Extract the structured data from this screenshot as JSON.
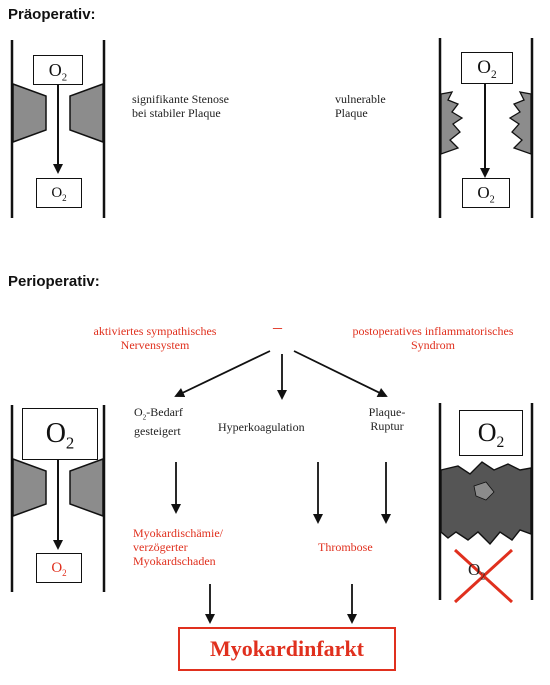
{
  "sections": {
    "preop_title": "Präoperativ:",
    "periop_title": "Perioperativ:"
  },
  "preop": {
    "stenosis_line1": "signifikante Stenose",
    "stenosis_line2": "bei stabiler Plaque",
    "vulnerable_line1": "vulnerable",
    "vulnerable_line2": "Plaque"
  },
  "o2": {
    "base": "O",
    "sub": "2"
  },
  "periop": {
    "sympathetic_line1": "aktiviertes sympathisches",
    "sympathetic_line2": "Nervensystem",
    "dash": "–",
    "inflammatory_line1": "postoperatives inflammatorisches",
    "inflammatory_line2": "Syndrom",
    "demand_line1_rest": "-Bedarf",
    "demand_line2": "gesteigert",
    "hypercoag": "Hyperkoagulation",
    "rupture_line1": "Plaque-",
    "rupture_line2": "Ruptur",
    "ischemia_line1": "Myokardischämie/",
    "ischemia_line2": "verzögerter",
    "ischemia_line3": "Myokardschaden",
    "thrombosis": "Thrombose",
    "infarct": "Myokardinfarkt"
  },
  "colors": {
    "accent": "#e0301e",
    "plaque": "#8c8c8c",
    "thrombus": "#555555",
    "line": "#111111"
  }
}
